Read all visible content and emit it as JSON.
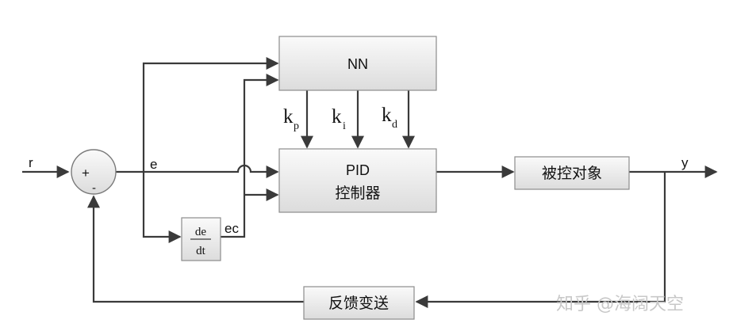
{
  "signals": {
    "r": "r",
    "e": "e",
    "ec": "ec",
    "y": "y"
  },
  "summing_junction": {
    "plus": "+",
    "minus": "-"
  },
  "blocks": {
    "nn": "NN",
    "pid_line1": "PID",
    "pid_line2": "控制器",
    "plant": "被控对象",
    "feedback": "反馈变送",
    "deriv_num": "de",
    "deriv_den": "dt"
  },
  "gains": {
    "kp": "k",
    "kp_sub": "p",
    "ki": "k",
    "ki_sub": "i",
    "kd": "k",
    "kd_sub": "d"
  },
  "watermark": "知乎 @海阔天空",
  "colors": {
    "block_fill_top": "#fafafa",
    "block_fill_bottom": "#dcdcdc",
    "wire": "#3a3a3a",
    "watermark": "#c8c8c8"
  }
}
